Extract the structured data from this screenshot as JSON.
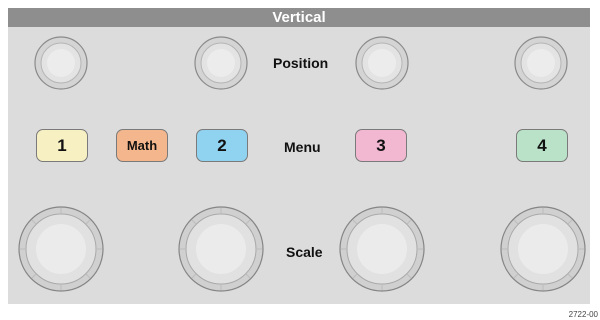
{
  "panel": {
    "title": "Vertical",
    "labels": {
      "position": "Position",
      "menu": "Menu",
      "scale": "Scale"
    },
    "buttons": [
      {
        "label": "1",
        "color": "#f7f0c3"
      },
      {
        "label": "Math",
        "color": "#f4b68c"
      },
      {
        "label": "2",
        "color": "#8fd3f1"
      },
      {
        "label": "3",
        "color": "#f2b7d1"
      },
      {
        "label": "4",
        "color": "#b9e2c8"
      }
    ],
    "position_knob_icon": "small-rotary-knob",
    "scale_knob_icon": "large-rotary-knob"
  },
  "figure_id": "2722-00"
}
